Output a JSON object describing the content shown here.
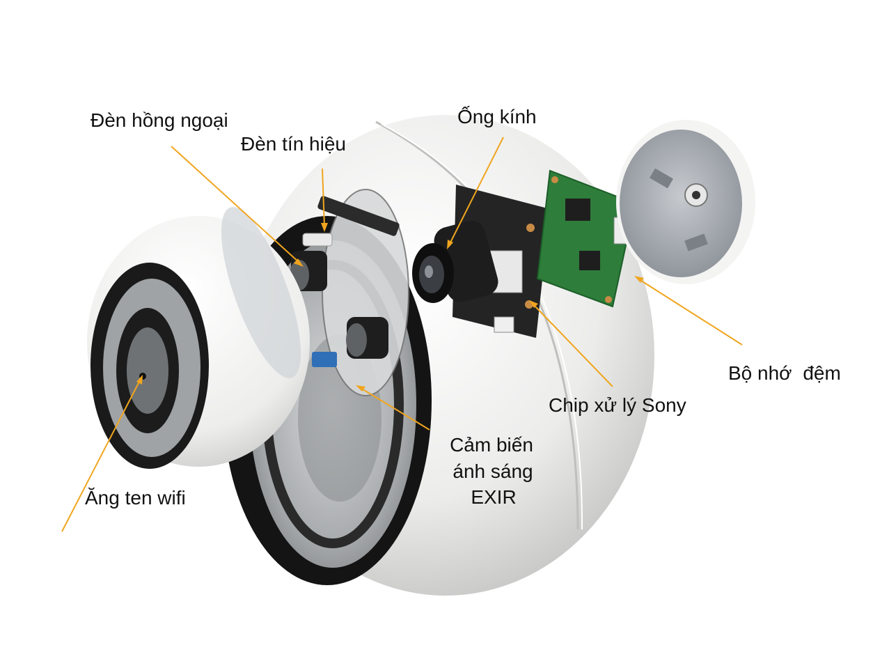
{
  "colors": {
    "leader": "#F0A51E",
    "housing": "#F1F1F0",
    "housing_shadow": "#C9CAC8",
    "lens_ring": "#1A1A1A",
    "glass": "#B9BBBC",
    "pcb_black": "#242424",
    "pcb_green": "#2E7D3A",
    "cap_metal": "#A9AEB5"
  },
  "labels": {
    "infrared": "Đèn hồng ngoại",
    "signal": "Đèn tín hiệu",
    "lens": "Ống kính",
    "buffer_l1": "Bộ nhớ",
    "buffer_l2": "đệm",
    "chip": "Chip xử lý Sony",
    "sensor_l1": "Cảm biến",
    "sensor_l2": "ánh sáng",
    "sensor_l3": "EXIR",
    "antenna": "Ăng ten wifi"
  },
  "icons": {
    "camera_body": "dome-camera-exploded-view",
    "antenna_module": "wifi-antenna-module",
    "lens_module": "lens-module",
    "main_board": "sony-chip-board",
    "memory_board": "buffer-memory-board",
    "rear_cap": "rear-cap"
  }
}
